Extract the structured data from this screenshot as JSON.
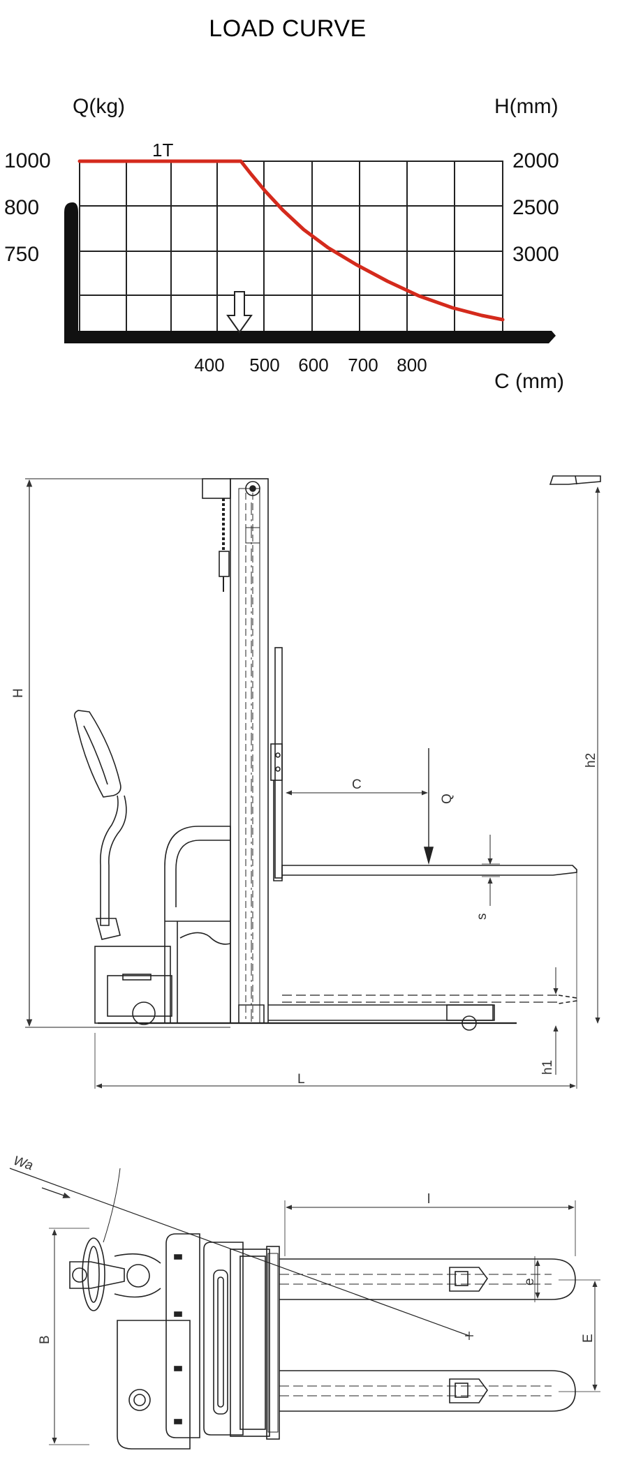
{
  "load_curve": {
    "title": "LOAD CURVE",
    "left_axis_unit": "Q(kg)",
    "right_axis_unit": "H(mm)",
    "bottom_axis_unit": "C (mm)",
    "capacity_label": "1T",
    "q_ticks": [
      "1000",
      "800",
      "750"
    ],
    "h_ticks": [
      "2000",
      "2500",
      "3000"
    ],
    "c_ticks": [
      "400",
      "500",
      "600",
      "700",
      "800"
    ],
    "curve_color": "#d42a1c",
    "icon": "down-arrow-icon"
  },
  "side_view": {
    "labels": {
      "H": "H",
      "h2": "h2",
      "C": "C",
      "Q": "Q",
      "s": "s",
      "h1": "h1",
      "L": "L"
    }
  },
  "top_view": {
    "labels": {
      "Wa": "Wa",
      "l": "l",
      "e": "e",
      "B": "B",
      "E": "E"
    }
  }
}
